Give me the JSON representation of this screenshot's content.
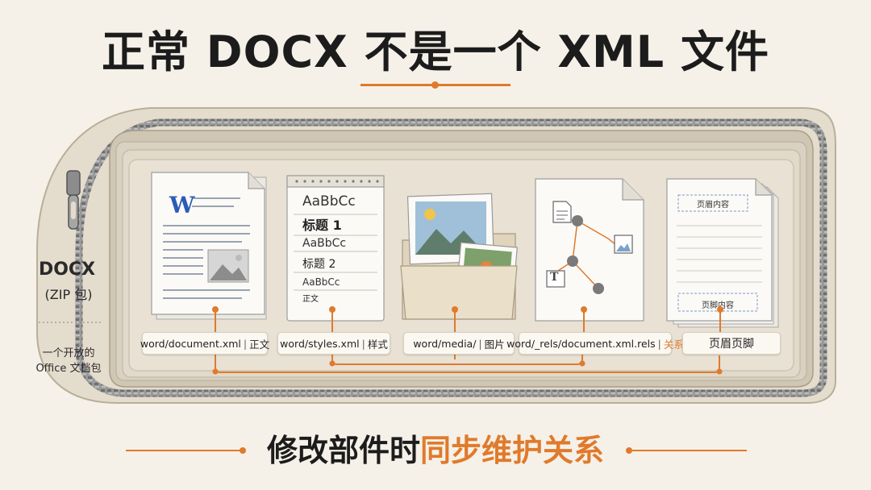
{
  "title": "正常 DOCX 不是一个 XML 文件",
  "side": {
    "name": "DOCX",
    "sub": "(ZIP 包)",
    "desc_line1": "一个开放的",
    "desc_line2": "Office 文档包"
  },
  "cards": {
    "document": {
      "logo": "W"
    },
    "styles": {
      "s1": "AaBbCc",
      "s2": "标题 1",
      "s3": "AaBbCc",
      "s4": "标题 2",
      "s5": "AaBbCc",
      "s6": "正文"
    },
    "rels": {
      "t_icon": "T"
    },
    "header_footer": {
      "header": "页眉内容",
      "footer": "页脚内容"
    }
  },
  "labels": {
    "document": {
      "path": "word/document.xml",
      "name": "正文"
    },
    "styles": {
      "path": "word/styles.xml",
      "name": "样式"
    },
    "media": {
      "path": "word/media/",
      "name": "图片"
    },
    "rels": {
      "path": "word/_rels/document.xml.rels",
      "name": "关系"
    },
    "header_footer": {
      "name": "页眉页脚"
    },
    "separator": "|"
  },
  "bottom": {
    "prefix": "修改部件时",
    "highlight": "同步维护关系"
  },
  "colors": {
    "accent": "#e07a2c",
    "background": "#f5f1e8",
    "pouch": "#dcd3c3",
    "zipper": "#8a8a8a"
  }
}
